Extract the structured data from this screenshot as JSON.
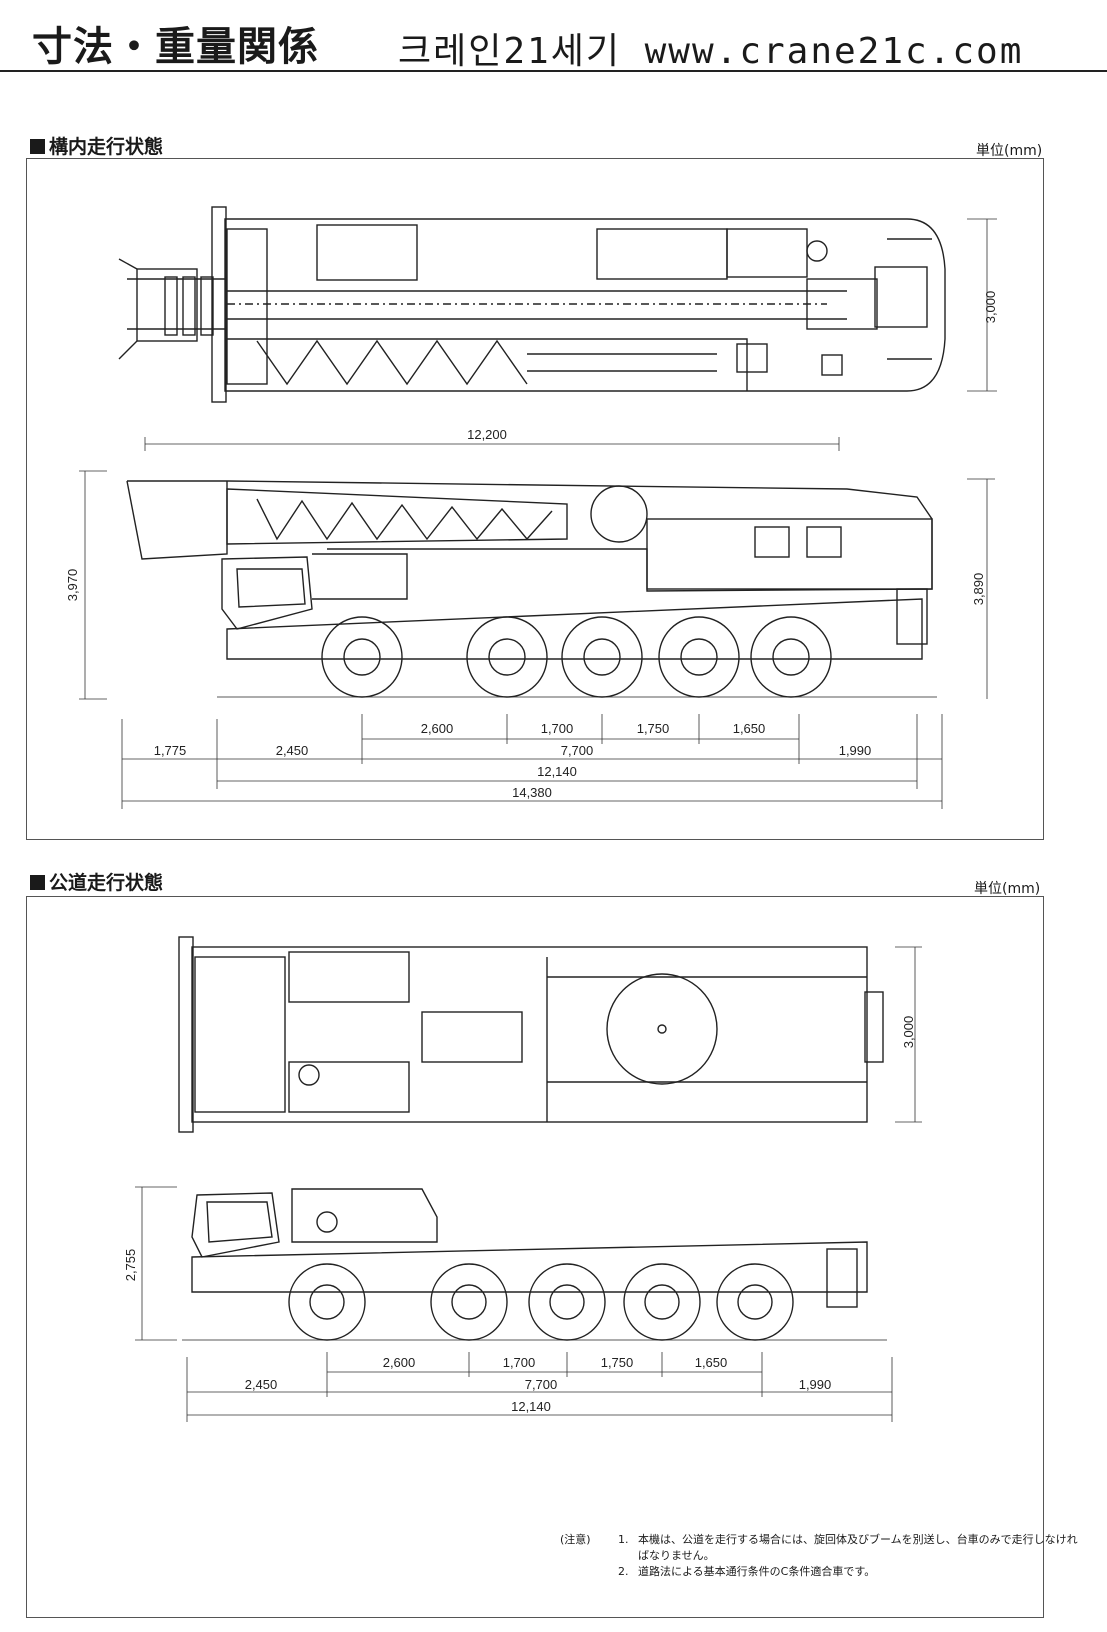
{
  "header": {
    "title": "寸法・重量関係",
    "brand": "크레인21세기 www.crane21c.com"
  },
  "section1": {
    "title": "構内走行状態",
    "unit": "単位(mm)",
    "dims": {
      "width_top": "3,000",
      "boom_length": "12,200",
      "height_left": "3,970",
      "height_right": "3,890",
      "axle1": "2,600",
      "axle2": "1,700",
      "axle3": "1,750",
      "axle4": "1,650",
      "front_overhang_boom": "1,775",
      "front_overhang": "2,450",
      "wheelbase": "7,700",
      "rear_overhang": "1,990",
      "body_length": "12,140",
      "overall_length": "14,380"
    }
  },
  "section2": {
    "title": "公道走行状態",
    "unit": "単位(mm)",
    "dims": {
      "width_top": "3,000",
      "height": "2,755",
      "axle1": "2,600",
      "axle2": "1,700",
      "axle3": "1,750",
      "axle4": "1,650",
      "front_overhang": "2,450",
      "wheelbase": "7,700",
      "rear_overhang": "1,990",
      "body_length": "12,140"
    }
  },
  "notes": {
    "label": "(注意)",
    "items": [
      {
        "num": "1.",
        "text": "本機は、公道を走行する場合には、旋回体及びブームを別送し、台車のみで走行しなければなりません。"
      },
      {
        "num": "2.",
        "text": "道路法による基本通行条件のC条件適合車です。"
      }
    ]
  }
}
